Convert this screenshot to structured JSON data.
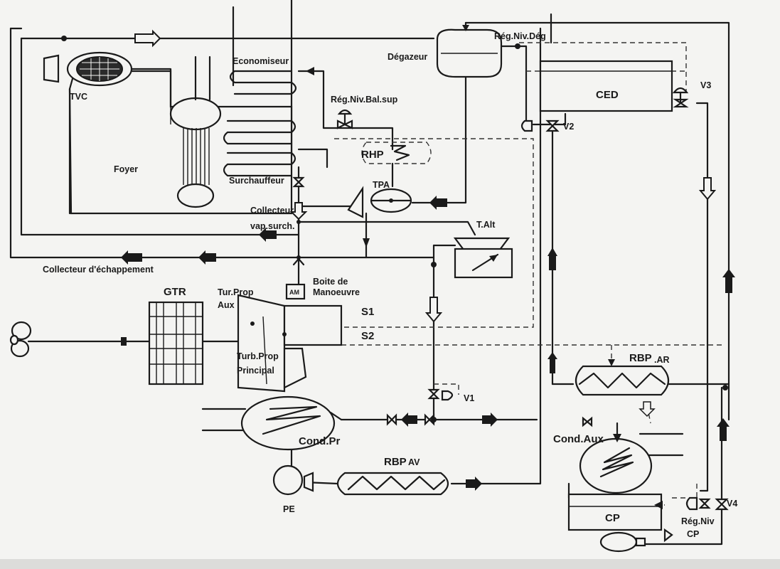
{
  "labels": {
    "tvc": "TVC",
    "economiseur": "Economiseur",
    "degazeur": "Dégazeur",
    "reg_niv_deg": "Rég.Niv.Dég",
    "reg_niv_bal_sup": "Rég.Niv.Bal.sup",
    "foyer": "Foyer",
    "surchauffeur": "Surchauffeur",
    "rhp": "RHP",
    "tpa": "TPA",
    "ced": "CED",
    "v3": "V3",
    "v2": "V2",
    "collecteur_vap_1": "Collecteur",
    "collecteur_vap_2": "vap.surch.",
    "t_alt": "T.Alt",
    "collecteur_echappement": "Collecteur d'échappement",
    "boite_manoeuvre_1": "Boite de",
    "boite_manoeuvre_2": "Manoeuvre",
    "gtr": "GTR",
    "tur_prop_aux_1": "Tur.Prop",
    "tur_prop_aux_2": "Aux",
    "s1": "S1",
    "s2": "S2",
    "turb_prop_principal_1": "Turb.Prop",
    "turb_prop_principal_2": "Principal",
    "rbp_ar": "RBP",
    "rbp_ar_sub": ".AR",
    "v1": "V1",
    "cond_pr": "Cond.Pr",
    "cond_aux": "Cond.Aux",
    "rbp_av": "RBP",
    "rbp_av_sub": "AV",
    "pe": "PE",
    "cp": "CP",
    "reg_niv_cp_1": "Rég.Niv",
    "reg_niv_cp_2": "CP",
    "v4": "V4",
    "am_box": "AM"
  }
}
